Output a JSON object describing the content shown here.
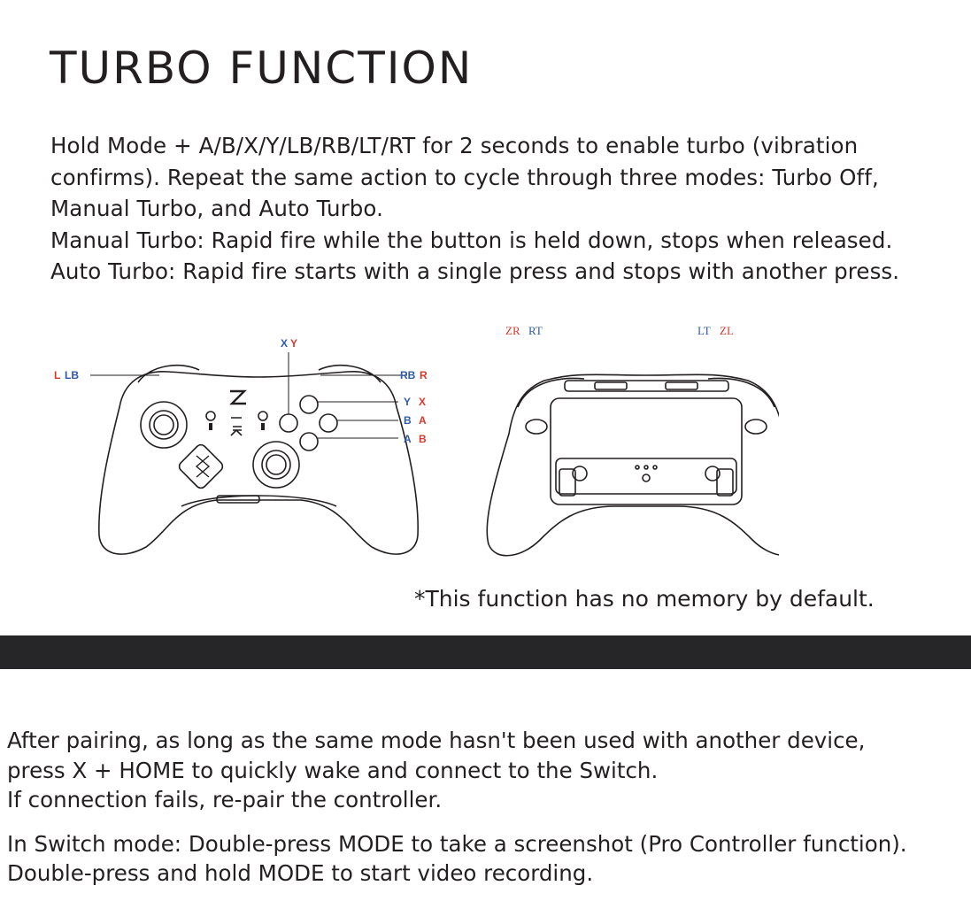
{
  "title": "TURBO FUNCTION",
  "intro": {
    "line1": "Hold Mode + A/B/X/Y/LB/RB/LT/RT for 2 seconds to enable turbo (vibration confirms). Repeat the same action to cycle through three modes: Turbo Off, Manual Turbo, and Auto Turbo.",
    "manual": "Manual Turbo: Rapid fire while the button is held down, stops when released.",
    "auto": "Auto Turbo: Rapid fire starts with a single press and stops with another press."
  },
  "front_labels": {
    "top_x": "X",
    "top_y": "Y",
    "left_l": "L",
    "left_lb": "LB",
    "rb": "RB",
    "r": "R",
    "y_blue": "Y",
    "x_red": "X",
    "b_blue": "B",
    "a_red": "A",
    "a_blue": "A",
    "b_red": "B"
  },
  "back_labels": {
    "zr": "ZR",
    "rt": "RT",
    "lt": "LT",
    "zl": "ZL"
  },
  "label_colors": {
    "blue": "#2d5aa8",
    "red": "#d9392b"
  },
  "note": "*This function has no memory by default.",
  "bottom": {
    "para1_line1": "After pairing, as long as the same mode hasn't been used with another device,",
    "para1_line2": "press X + HOME to quickly wake and connect to the Switch.",
    "para1_line3": "If connection fails, re-pair the controller.",
    "para2_line1": "In Switch mode: Double-press MODE to take a screenshot (Pro Controller function).",
    "para2_line2": "Double-press and hold MODE to start video recording."
  }
}
